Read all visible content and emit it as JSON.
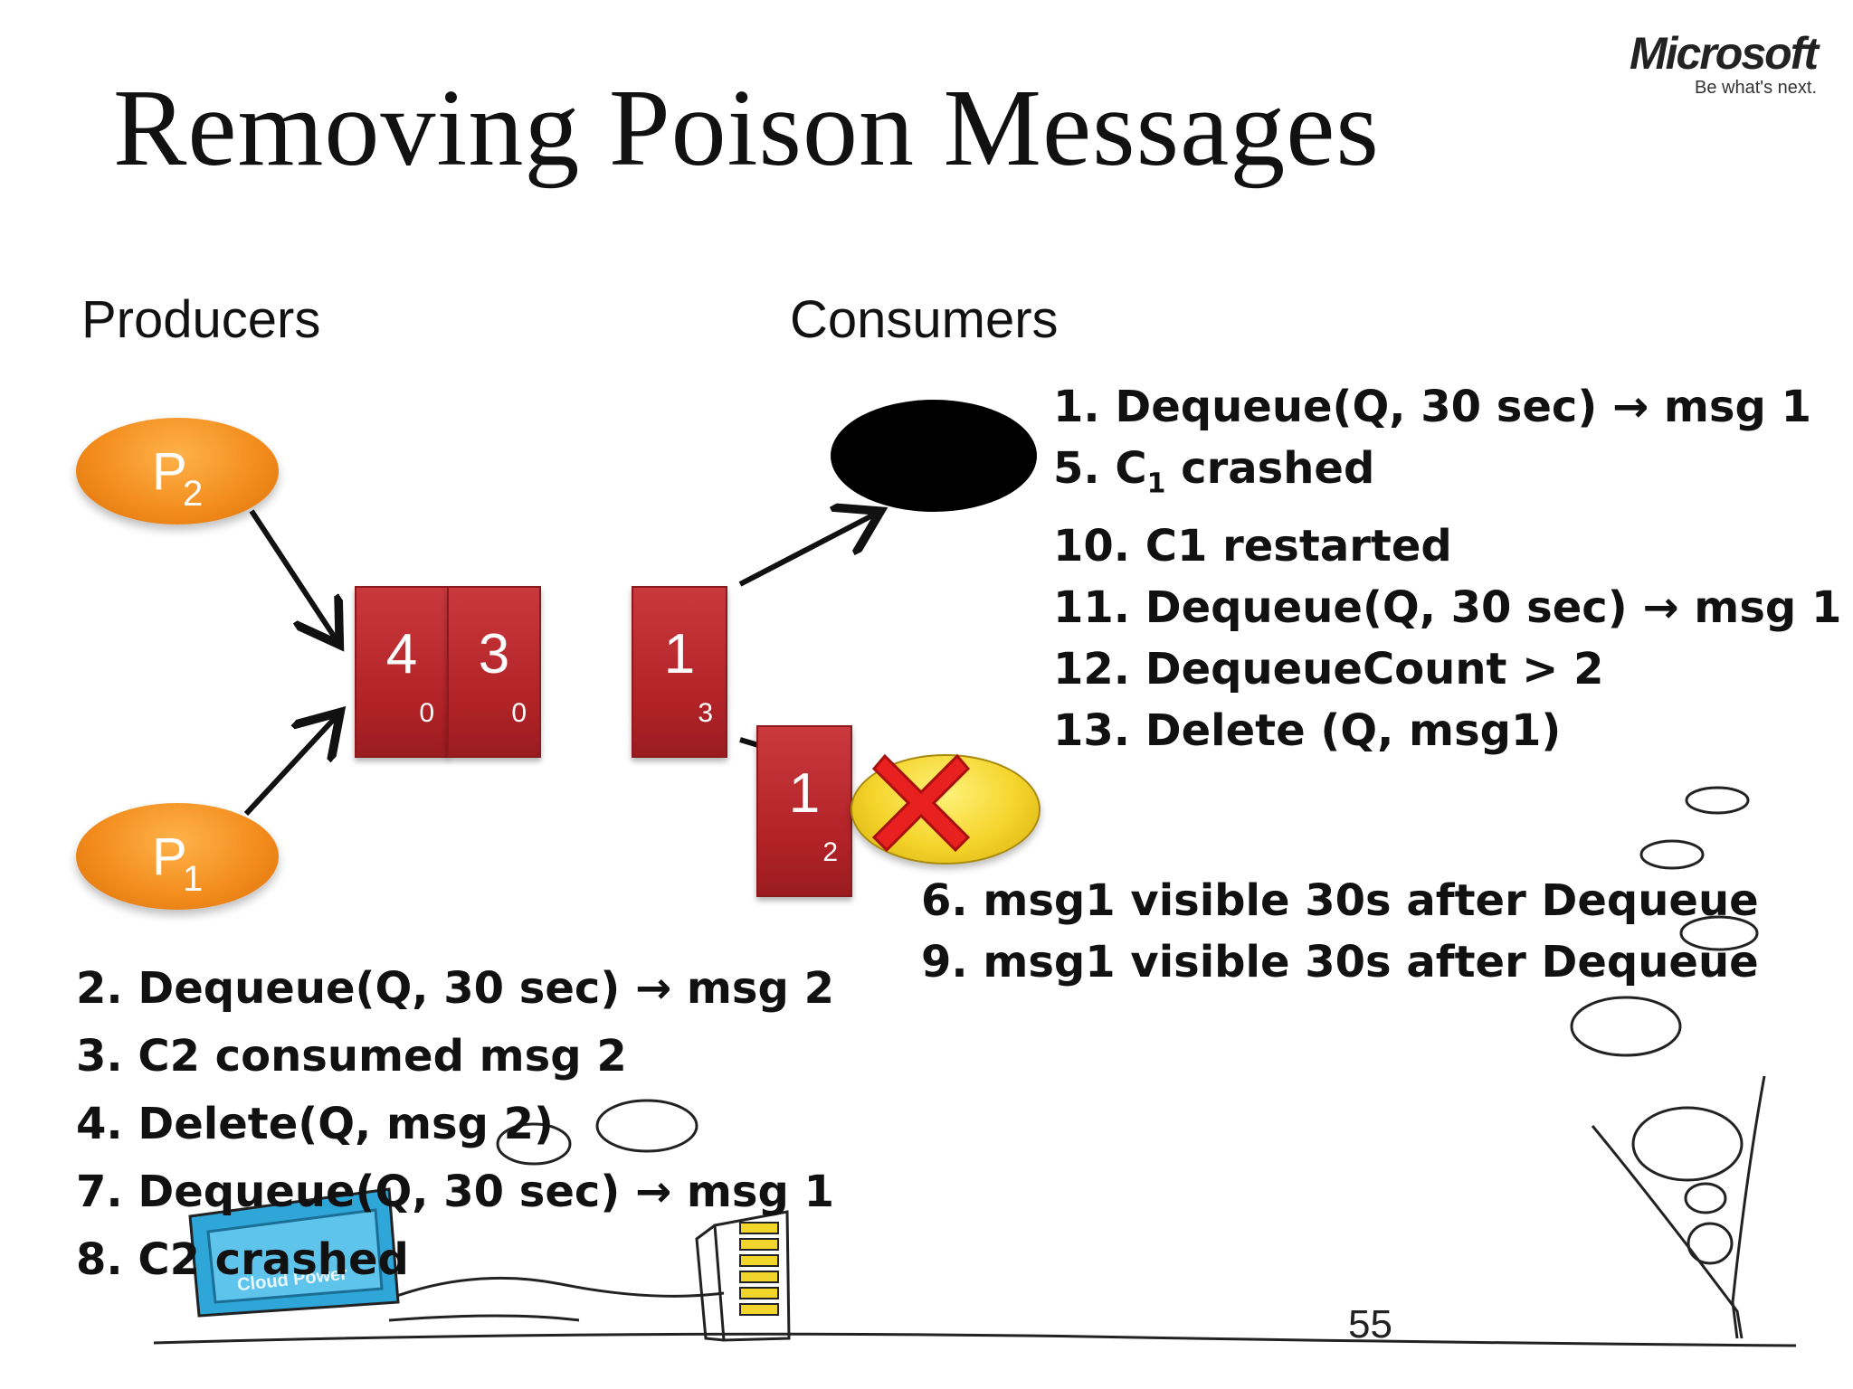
{
  "slide": {
    "title": "Removing Poison Messages",
    "page_number": "55"
  },
  "logo": {
    "word": "Microsoft",
    "tagline": "Be what's next."
  },
  "labels": {
    "producers": "Producers",
    "consumers": "Consumers"
  },
  "producers": [
    {
      "label": "P",
      "sub": "2"
    },
    {
      "label": "P",
      "sub": "1"
    }
  ],
  "queue": {
    "messages": [
      {
        "id": "4",
        "dequeue_count": "0"
      },
      {
        "id": "3",
        "dequeue_count": "0"
      }
    ]
  },
  "in_flight": [
    {
      "id": "1",
      "dequeue_count": "3"
    },
    {
      "id": "1",
      "dequeue_count": "2"
    }
  ],
  "consumer_c1_steps": [
    "1. Dequeue(Q, 30 sec) → msg 1",
    "5. C",
    "10.  C1 restarted",
    "11.  Dequeue(Q, 30 sec) → msg 1",
    "12.  DequeueCount > 2",
    "13.  Delete (Q, msg1)"
  ],
  "c1_crash": {
    "prefix": "5. C",
    "sub": "1",
    "suffix": " crashed"
  },
  "visibility_notes": [
    "6. msg1 visible 30s after Dequeue",
    "9. msg1 visible 30s after Dequeue"
  ],
  "consumer_c2_steps": [
    "2. Dequeue(Q, 30 sec) → msg 2",
    "3. C2 consumed msg 2",
    "4. Delete(Q, msg 2)",
    "7. Dequeue(Q, 30 sec) → msg 1",
    "8. C2 crashed"
  ],
  "illustration": {
    "monitor_text": "Cloud Power"
  },
  "colors": {
    "producer": "#f28b1b",
    "message": "#b02226",
    "consumer_c1": "#000000",
    "consumer_c2": "#f5d42a",
    "crash_x": "#e8201f"
  }
}
